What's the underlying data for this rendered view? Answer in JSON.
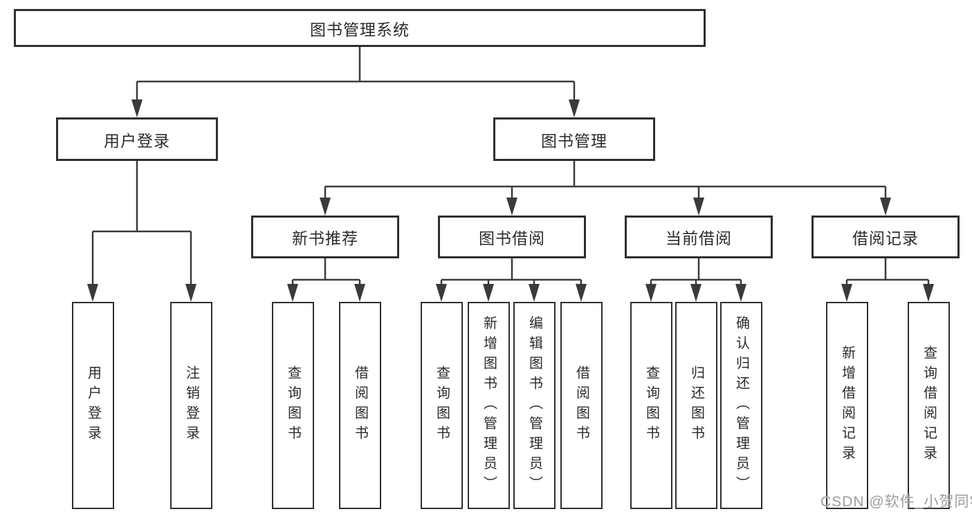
{
  "diagram": {
    "title": "图书管理系统",
    "watermark": "CSDN @软件_小贺同学",
    "colors": {
      "background": "#ffffff",
      "line": "#3a3a3a",
      "box_border": "#2e2e2e",
      "box_fill": "#ffffff",
      "text": "#2b2b2b",
      "watermark_text": "#9c9c9c"
    },
    "nodes": {
      "root": {
        "label": "图书管理系统"
      },
      "user_login": {
        "label": "用户登录"
      },
      "book_mgmt": {
        "label": "图书管理"
      },
      "new_book_rec": {
        "label": "新书推荐"
      },
      "book_borrow": {
        "label": "图书借阅"
      },
      "current_borrow": {
        "label": "当前借阅"
      },
      "borrow_records": {
        "label": "借阅记录"
      },
      "leaf_user_login": {
        "label": "用户登录"
      },
      "leaf_logout": {
        "label": "注销登录"
      },
      "leaf_query_book_1": {
        "label": "查询图书"
      },
      "leaf_borrow_book_1": {
        "label": "借阅图书"
      },
      "leaf_query_book_2": {
        "label": "查询图书"
      },
      "leaf_add_book": {
        "label": "新增图书（管理员）"
      },
      "leaf_edit_book": {
        "label": "编辑图书（管理员）"
      },
      "leaf_borrow_book_2": {
        "label": "借阅图书"
      },
      "leaf_query_book_3": {
        "label": "查询图书"
      },
      "leaf_return_book": {
        "label": "归还图书"
      },
      "leaf_confirm_return": {
        "label": "确认归还（管理员）"
      },
      "leaf_add_record": {
        "label": "新增借阅记录"
      },
      "leaf_query_record": {
        "label": "查询借阅记录"
      }
    },
    "edges": [
      {
        "from": "root",
        "to": "user_login"
      },
      {
        "from": "root",
        "to": "book_mgmt"
      },
      {
        "from": "user_login",
        "to": "leaf_user_login"
      },
      {
        "from": "user_login",
        "to": "leaf_logout"
      },
      {
        "from": "book_mgmt",
        "to": "new_book_rec"
      },
      {
        "from": "book_mgmt",
        "to": "book_borrow"
      },
      {
        "from": "book_mgmt",
        "to": "current_borrow"
      },
      {
        "from": "book_mgmt",
        "to": "borrow_records"
      },
      {
        "from": "new_book_rec",
        "to": "leaf_query_book_1"
      },
      {
        "from": "new_book_rec",
        "to": "leaf_borrow_book_1"
      },
      {
        "from": "book_borrow",
        "to": "leaf_query_book_2"
      },
      {
        "from": "book_borrow",
        "to": "leaf_add_book"
      },
      {
        "from": "book_borrow",
        "to": "leaf_edit_book"
      },
      {
        "from": "book_borrow",
        "to": "leaf_borrow_book_2"
      },
      {
        "from": "current_borrow",
        "to": "leaf_query_book_3"
      },
      {
        "from": "current_borrow",
        "to": "leaf_return_book"
      },
      {
        "from": "current_borrow",
        "to": "leaf_confirm_return"
      },
      {
        "from": "borrow_records",
        "to": "leaf_add_record"
      },
      {
        "from": "borrow_records",
        "to": "leaf_query_record"
      }
    ]
  }
}
